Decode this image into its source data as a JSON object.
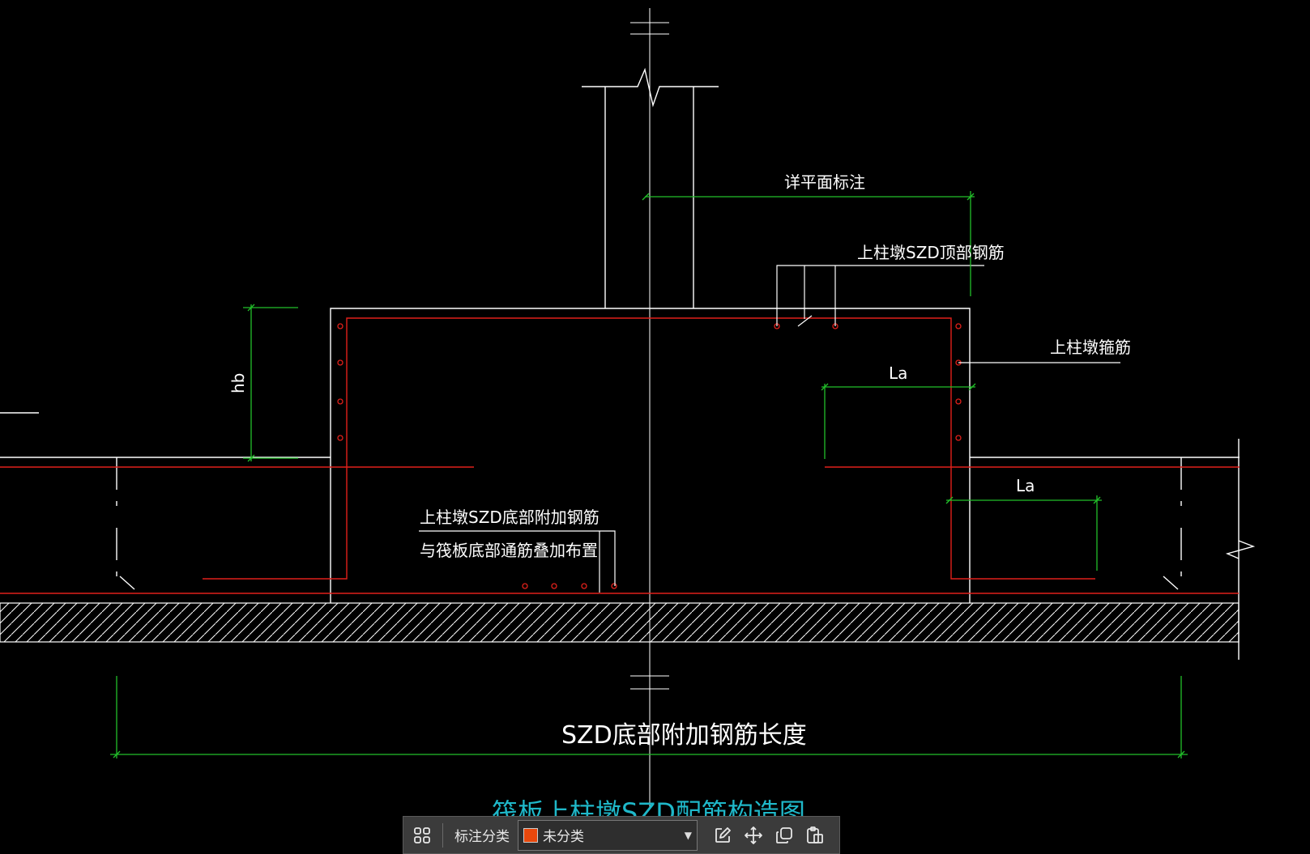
{
  "drawing": {
    "labels": {
      "detail_note": "详平面标注",
      "top_rebar": "上柱墩SZD顶部钢筋",
      "anchor_rebar": "上柱墩箍筋",
      "la_upper": "La",
      "la_lower": "La",
      "hb": "hb",
      "bottom_add_line1": "上柱墩SZD底部附加钢筋",
      "bottom_add_line2": "与筏板底部通筋叠加布置",
      "length_dim": "SZD底部附加钢筋长度",
      "caption": "筏板上柱墩SZD配筋构造图"
    },
    "colors": {
      "background": "#000000",
      "outline": "#ffffff",
      "rebar": "#e0201a",
      "dimension": "#22c02a",
      "caption": "#1fb8c9"
    }
  },
  "toolbar": {
    "layout_icon": "grid-four-icon",
    "label": "标注分类",
    "select": {
      "value": "未分类",
      "swatch_color": "#e8480c"
    },
    "actions": [
      {
        "name": "edit-icon"
      },
      {
        "name": "move-icon"
      },
      {
        "name": "copy-icon"
      },
      {
        "name": "paste-icon"
      }
    ]
  }
}
